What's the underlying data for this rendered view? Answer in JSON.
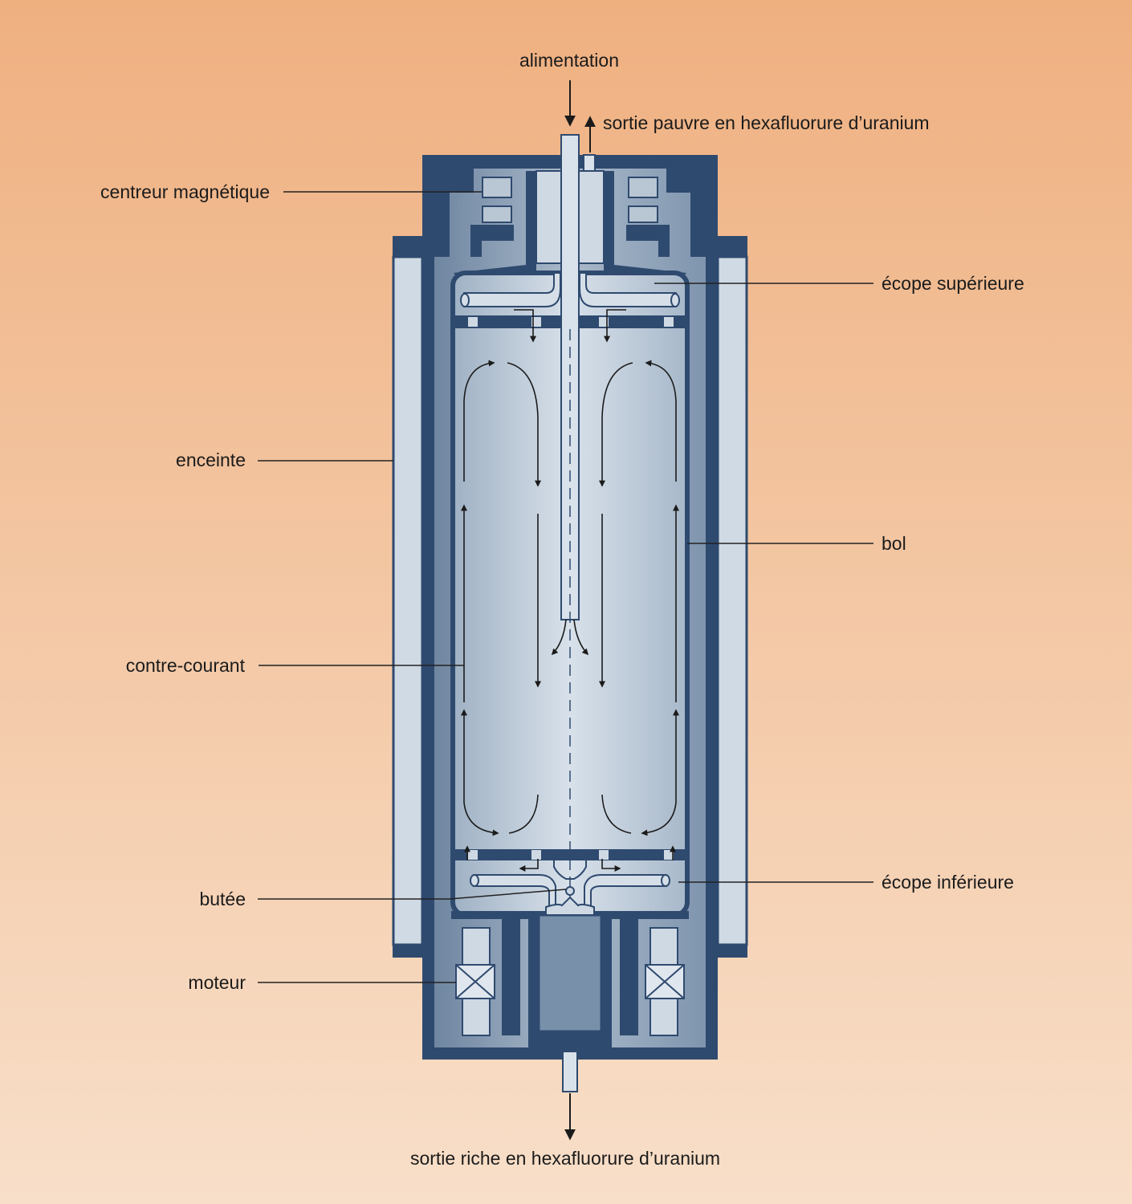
{
  "labels": {
    "feed": "alimentation",
    "depleted_outlet": "sortie pauvre en hexafluorure d’uranium",
    "magnetic_centering": "centreur magnétique",
    "upper_scoop": "écope supérieure",
    "casing": "enceinte",
    "bowl": "bol",
    "counter_current": "contre-courant",
    "lower_scoop": "écope inférieure",
    "thrust_bearing": "butée",
    "motor": "moteur",
    "enriched_outlet": "sortie riche en hexafluorure d’uranium"
  },
  "colors": {
    "background_top": "#efb080",
    "background_bottom": "#f8dfc9",
    "casing_dark": "#2f4a6f",
    "steel_mid": "#8ea2b8",
    "steel_light": "#cfd9e3",
    "bowl_inner": "#c3cfdb",
    "leader_line": "#222222"
  },
  "icons": {
    "flow_arrows": "arrow-icon",
    "motor_coils": "crossed-box-icon"
  }
}
